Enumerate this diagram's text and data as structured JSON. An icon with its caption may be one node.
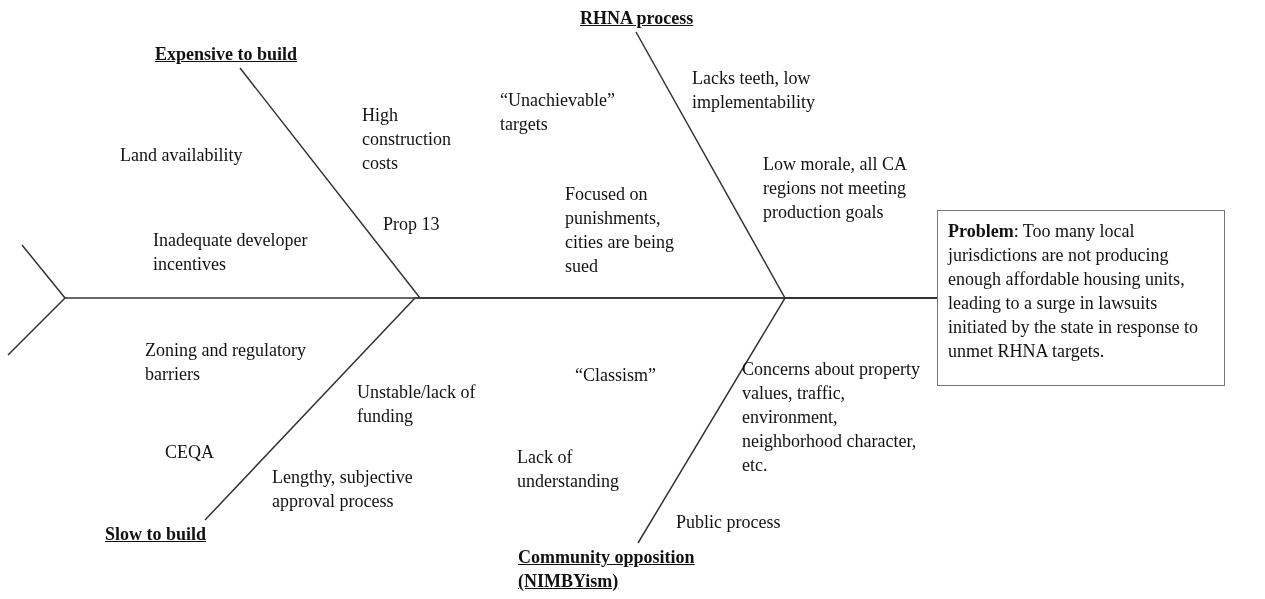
{
  "diagram": {
    "nodes": [
      {
        "text": [
          "**Problem**: Too many local jurisdictions are not producing enough affordable housing units, leading to a surge in lawsuits initiated by the state in response to unmet RHNA targets."
        ]
      },
      {
        "text": [
          "Expensive to build"
        ]
      },
      {
        "text": [
          "RHNA process"
        ]
      },
      {
        "text": [
          "Slow to build"
        ]
      },
      {
        "text": [
          "Community opposition (NIMBYism)"
        ]
      }
    ],
    "edges": [
      {
        "from": 1,
        "to": 0,
        "arrow": "none"
      },
      {
        "from": 2,
        "to": 0,
        "arrow": "none"
      },
      {
        "from": 3,
        "to": 0,
        "arrow": "none"
      },
      {
        "from": 4,
        "to": 0,
        "arrow": "none"
      }
    ],
    "labels": [
      "Land availability",
      "High construction costs",
      "Prop 13",
      "Inadequate developer incentives",
      "“Unachievable” targets",
      "Focused on punishments, cities are being sued",
      "Lacks teeth, low implementability",
      "Low morale, all CA regions not meeting production goals",
      "Zoning and regulatory barriers",
      "Unstable/lack of funding",
      "CEQA",
      "Lengthy, subjective approval process",
      "“Classism”",
      "Lack of understanding",
      "Concerns about property values, traffic, environment, neighborhood character, etc.",
      "Public process"
    ]
  }
}
